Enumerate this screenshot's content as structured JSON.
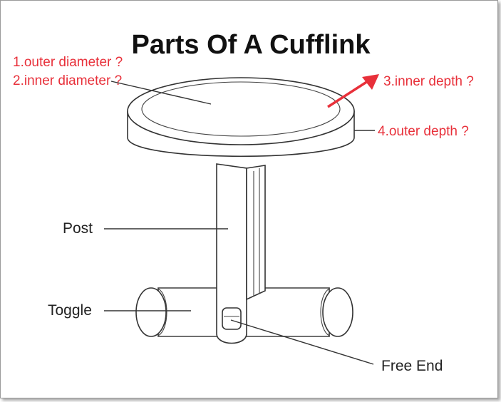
{
  "title": "Parts Of A Cufflink",
  "labels": {
    "post": "Post",
    "toggle": "Toggle",
    "free_end": "Free End"
  },
  "annotations": {
    "outer_diameter": "1.outer diameter ?",
    "inner_diameter": "2.inner diameter ?",
    "inner_depth": "3.inner depth ?",
    "outer_depth": "4.outer depth ?"
  },
  "colors": {
    "annotation": "#e8303a",
    "line": "#333333"
  }
}
